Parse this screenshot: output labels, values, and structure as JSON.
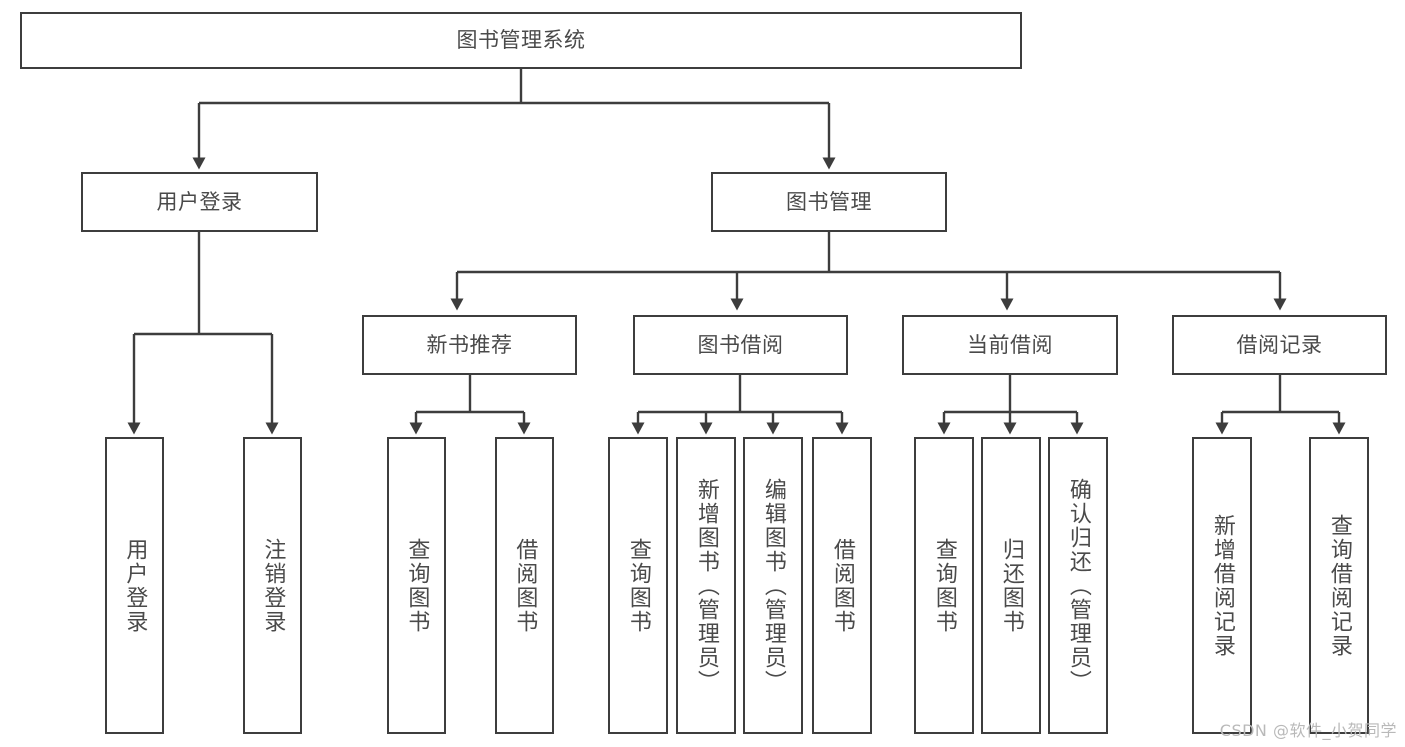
{
  "diagram": {
    "title": "图书管理系统",
    "type": "tree-hierarchy-chart",
    "watermark": "CSDN @软件_小贺同学",
    "colors": {
      "stroke": "#3d3d3d",
      "box_fill": "#ffffff",
      "text": "#4a4a4a",
      "watermark": "#b9b9b9",
      "background": "#ffffff"
    },
    "root": {
      "id": "root",
      "label": "图书管理系统"
    },
    "level2": [
      {
        "id": "user-login",
        "label": "用户登录"
      },
      {
        "id": "book-mgmt",
        "label": "图书管理"
      }
    ],
    "level3": [
      {
        "id": "new-book-rec",
        "label": "新书推荐",
        "parent": "book-mgmt"
      },
      {
        "id": "book-borrow",
        "label": "图书借阅",
        "parent": "book-mgmt"
      },
      {
        "id": "current-borrow",
        "label": "当前借阅",
        "parent": "book-mgmt"
      },
      {
        "id": "borrow-record",
        "label": "借阅记录",
        "parent": "book-mgmt"
      }
    ],
    "leaves": [
      {
        "id": "leaf-user-login",
        "label": "用户登录",
        "parent": "user-login"
      },
      {
        "id": "leaf-user-logout",
        "label": "注销登录",
        "parent": "user-login"
      },
      {
        "id": "leaf-rec-query-book",
        "label": "查询图书",
        "parent": "new-book-rec"
      },
      {
        "id": "leaf-rec-borrow-book",
        "label": "借阅图书",
        "parent": "new-book-rec"
      },
      {
        "id": "leaf-bb-query-book",
        "label": "查询图书",
        "parent": "book-borrow"
      },
      {
        "id": "leaf-bb-add-book",
        "label": "新增图书（管理员）",
        "parent": "book-borrow"
      },
      {
        "id": "leaf-bb-edit-book",
        "label": "编辑图书（管理员）",
        "parent": "book-borrow"
      },
      {
        "id": "leaf-bb-borrow-book",
        "label": "借阅图书",
        "parent": "book-borrow"
      },
      {
        "id": "leaf-cb-query-book",
        "label": "查询图书",
        "parent": "current-borrow"
      },
      {
        "id": "leaf-cb-return-book",
        "label": "归还图书",
        "parent": "current-borrow"
      },
      {
        "id": "leaf-cb-confirm-return",
        "label": "确认归还（管理员）",
        "parent": "current-borrow"
      },
      {
        "id": "leaf-br-add-record",
        "label": "新增借阅记录",
        "parent": "borrow-record"
      },
      {
        "id": "leaf-br-query-record",
        "label": "查询借阅记录",
        "parent": "borrow-record"
      }
    ]
  }
}
